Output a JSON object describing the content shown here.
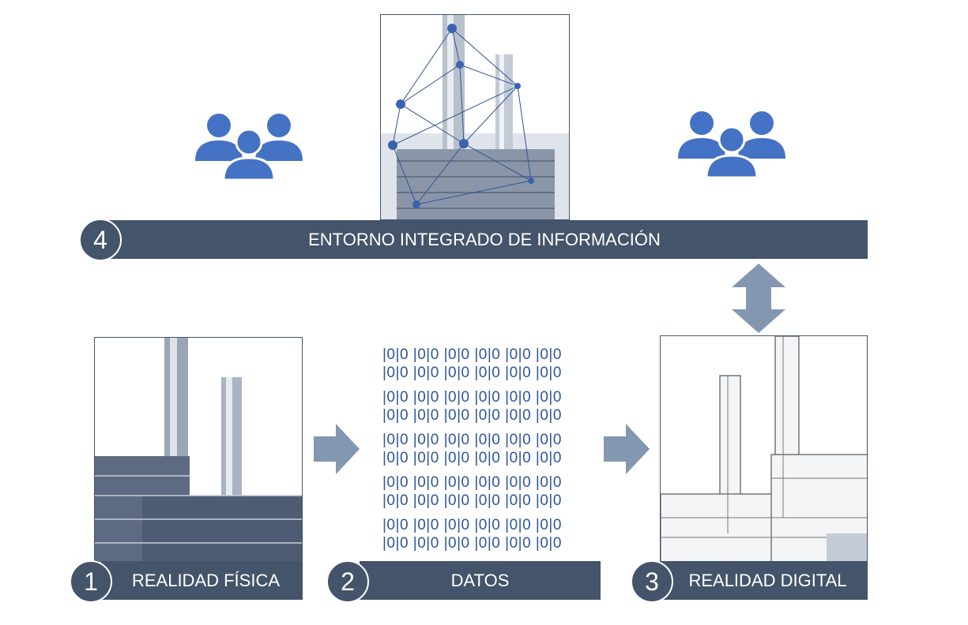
{
  "steps": [
    {
      "number": "1",
      "label": "REALIDAD FÍSICA"
    },
    {
      "number": "2",
      "label": "DATOS"
    },
    {
      "number": "3",
      "label": "REALIDAD DIGITAL"
    },
    {
      "number": "4",
      "label": "ENTORNO INTEGRADO DE INFORMACIÓN"
    }
  ],
  "binary_lines": [
    "|0|0 |0|0 |0|0 |0|0 |0|0 |0|0",
    "|0|0 |0|0 |0|0 |0|0 |0|0 |0|0",
    "|0|0 |0|0 |0|0 |0|0 |0|0 |0|0",
    "|0|0 |0|0 |0|0 |0|0 |0|0 |0|0",
    "|0|0 |0|0 |0|0 |0|0 |0|0 |0|0",
    "|0|0 |0|0 |0|0 |0|0 |0|0 |0|0",
    "|0|0 |0|0 |0|0 |0|0 |0|0 |0|0",
    "|0|0 |0|0 |0|0 |0|0 |0|0 |0|0",
    "|0|0 |0|0 |0|0 |0|0 |0|0 |0|0",
    "|0|0 |0|0 |0|0 |0|0 |0|0 |0|0"
  ],
  "colors": {
    "bar": "#44546a",
    "arrow": "#8497b0",
    "people": "#4472c4",
    "binary": "#2f5597"
  }
}
